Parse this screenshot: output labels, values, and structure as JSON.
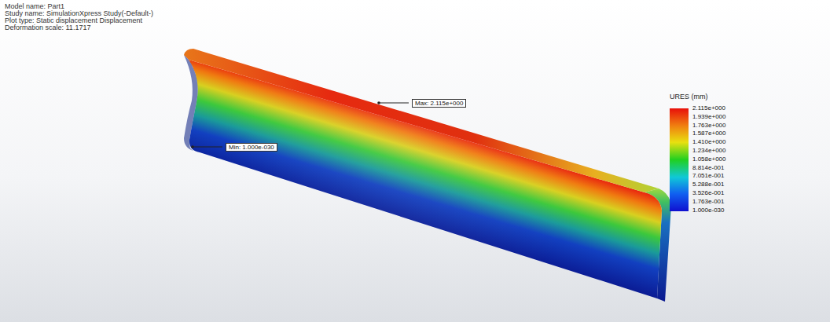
{
  "diagram": {
    "nodes": [
      {
        "text": [
          "Max: 2.115e+000"
        ]
      },
      {
        "text": [
          "Min: 1.000e-030"
        ]
      }
    ],
    "labels": [
      "Model name: Part1",
      "Study name: SimulationXpress Study(-Default-)",
      "Plot type: Static displacement Displacement",
      "Deformation scale: 11.1717",
      "URES (mm)",
      "2.115e+000",
      "1.939e+000",
      "1.763e+000",
      "1.587e+000",
      "1.410e+000",
      "1.234e+000",
      "1.058e+000",
      "8.814e-001",
      "7.051e-001",
      "5.288e-001",
      "3.526e-001",
      "1.763e-001",
      "1.000e-030"
    ]
  }
}
